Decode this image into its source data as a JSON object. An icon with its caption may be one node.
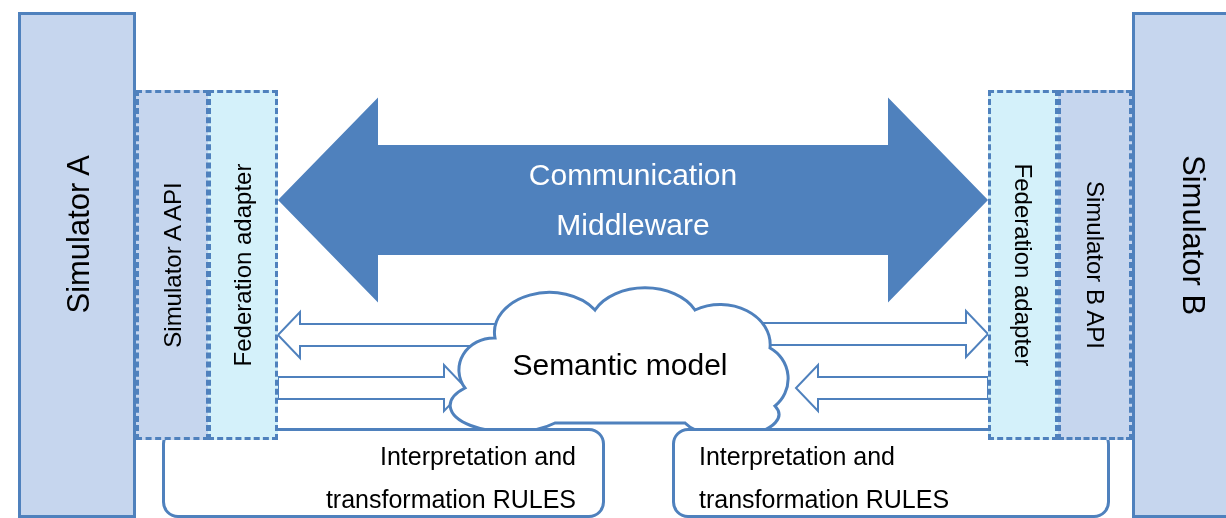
{
  "diagram": {
    "nodes": [
      {
        "text": [
          "Simulator A"
        ]
      },
      {
        "text": [
          "Simulator A API"
        ]
      },
      {
        "text": [
          "Federation adapter"
        ]
      },
      {
        "text": [
          "Semantic model"
        ]
      },
      {
        "text": [
          "Interpretation and transformation RULES"
        ]
      },
      {
        "text": [
          "Interpretation and transformation RULES"
        ]
      },
      {
        "text": [
          "Federation adapter"
        ]
      },
      {
        "text": [
          "Simulator B API"
        ]
      },
      {
        "text": [
          "Simulator B"
        ]
      }
    ],
    "edges": [
      {
        "from": 2,
        "to": 6,
        "arrow": "both",
        "label": "Communication Middleware",
        "style": "thick"
      },
      {
        "from": 3,
        "to": 2,
        "arrow": "to"
      },
      {
        "from": 2,
        "to": 3,
        "arrow": "to"
      },
      {
        "from": 3,
        "to": 6,
        "arrow": "to"
      },
      {
        "from": 6,
        "to": 3,
        "arrow": "to"
      }
    ]
  }
}
